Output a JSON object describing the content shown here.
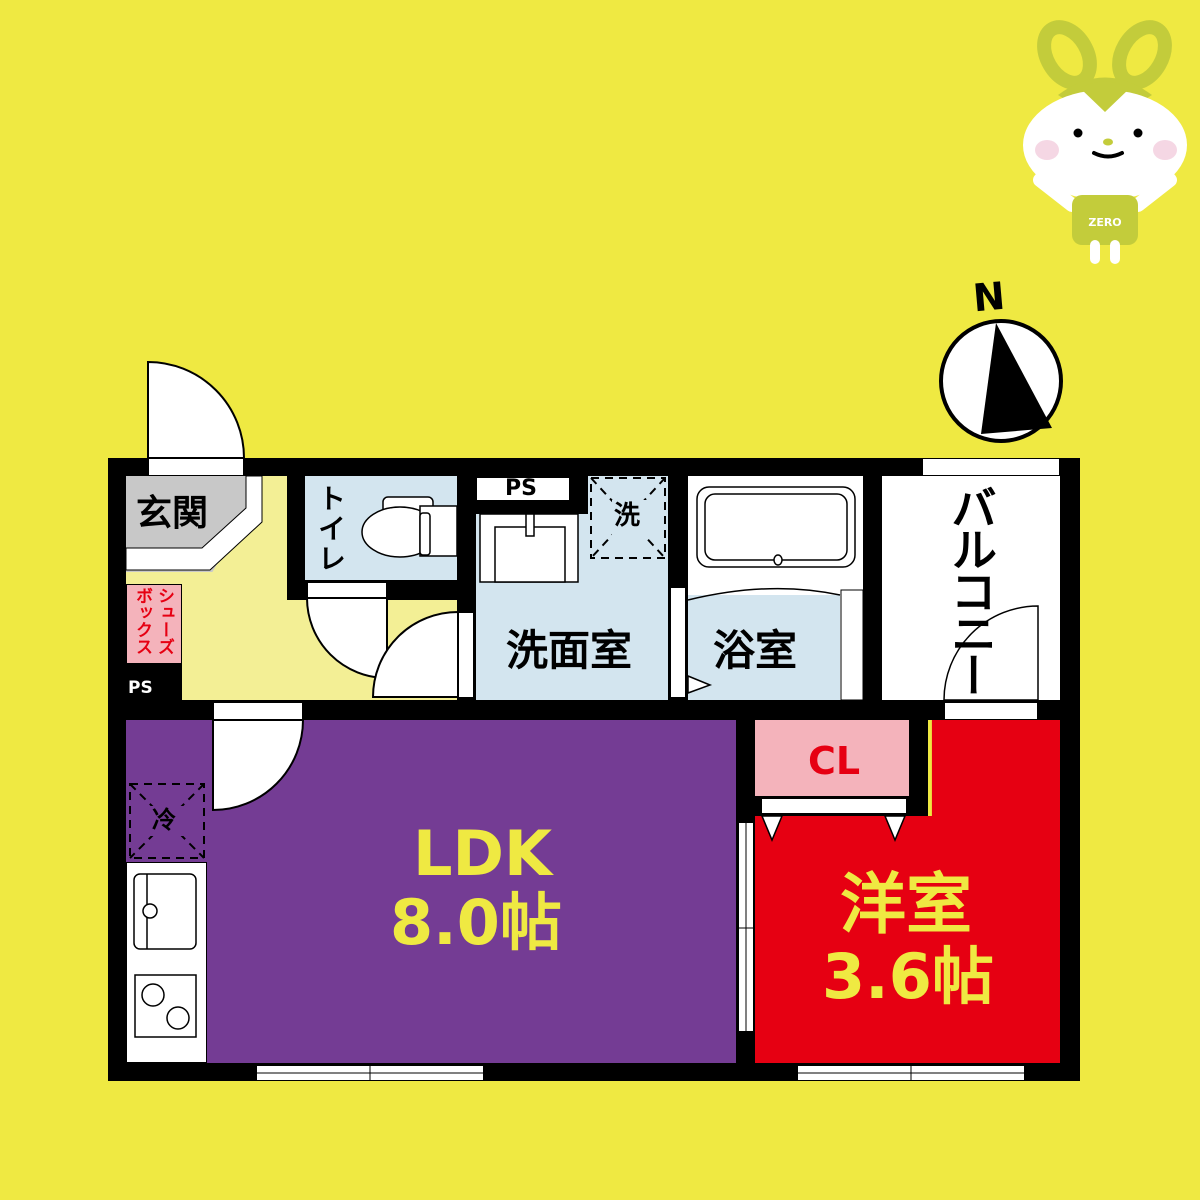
{
  "floorplan": {
    "rooms": {
      "entrance": {
        "label": "玄関",
        "color": "#c8c8c8"
      },
      "hallway": {
        "color": "#f3ef95"
      },
      "shoebox": {
        "label": "シューズボックス",
        "line1": "シュ",
        "line2": "ボッ",
        "col_right": "シューズ",
        "col_left": "ボックス",
        "color": "#f4b3bb",
        "text_color": "#e60012"
      },
      "ps_left": {
        "label": "PS"
      },
      "toilet": {
        "label": "トイレ",
        "color": "#d3e5ef"
      },
      "ps_top": {
        "label": "PS"
      },
      "washer_space": {
        "label": "洗"
      },
      "washroom": {
        "label": "洗面室",
        "color": "#d3e5ef"
      },
      "bathroom": {
        "label": "浴室",
        "color": "#d3e5ef"
      },
      "balcony": {
        "label": "バルコニー",
        "color": "#ffffff"
      },
      "ldk": {
        "label": "LDK",
        "size": "8.0帖",
        "color": "#743c94",
        "text_color": "#efe942"
      },
      "fridge_space": {
        "label": "冷"
      },
      "closet": {
        "label": "CL",
        "color": "#f4b3bb",
        "text_color": "#e60012"
      },
      "western_room": {
        "label": "洋室",
        "size": "3.6帖",
        "color": "#e60012",
        "text_color": "#efe942"
      }
    },
    "compass": {
      "label": "N"
    },
    "mascot": {
      "shirt_text": "ZERO"
    },
    "colors": {
      "background": "#efe942",
      "wall": "#000000"
    }
  }
}
